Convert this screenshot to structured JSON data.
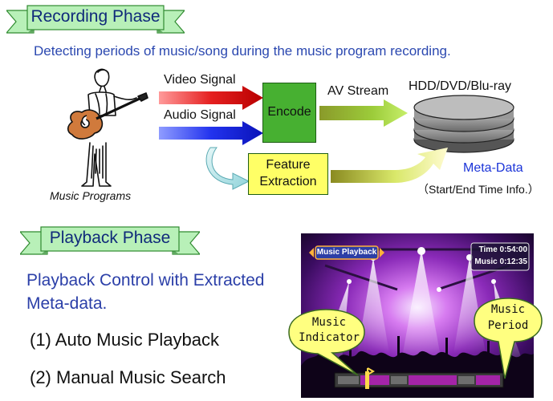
{
  "recording": {
    "banner": "Recording Phase",
    "subtitle": "Detecting periods of music/song during the music program recording.",
    "video_signal": "Video Signal",
    "audio_signal": "Audio Signal",
    "encode": "Encode",
    "av_stream": "AV Stream",
    "storage": "HDD/DVD/Blu-ray",
    "feature_line1": "Feature",
    "feature_line2": "Extraction",
    "meta_data": "Meta-Data",
    "meta_info": "（Start/End Time Info.）",
    "music_programs": "Music Programs"
  },
  "playback": {
    "banner": "Playback Phase",
    "control_line1": "Playback Control with Extracted",
    "control_line2": "Meta-data.",
    "item1": "(1) Auto Music Playback",
    "item2": "(2) Manual Music Search"
  },
  "screen": {
    "tag": "Music Playback",
    "time": "Time 0:54:00",
    "music": "Music 0:12:35",
    "indicator_line1": "Music",
    "indicator_line2": "Indicator",
    "period_line1": "Music",
    "period_line2": "Period"
  },
  "colors": {
    "banner_fill": "#b8f0b8",
    "heading_blue": "#1f3d9e",
    "encode_fill": "#47b031",
    "feature_fill": "#ffff66",
    "video_arrow": "#d0101a",
    "audio_arrow": "#1d2fd8",
    "meta_blue": "#1b34d8",
    "callout_fill": "#ffff80"
  }
}
